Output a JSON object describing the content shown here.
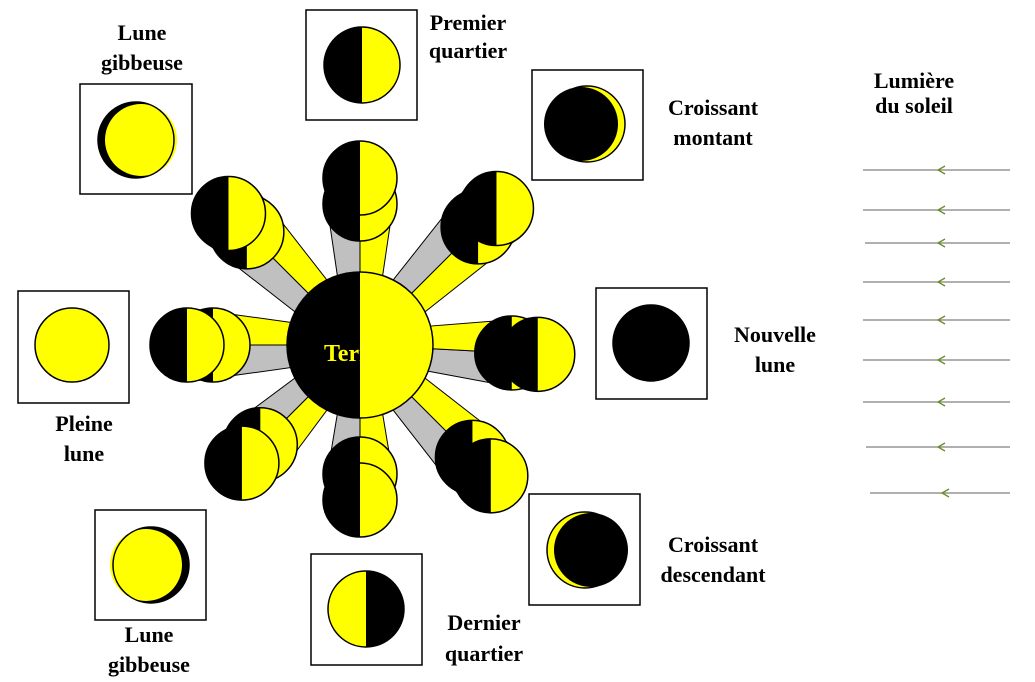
{
  "labels": {
    "earth": "Terre",
    "sunlight_line1": "Lumière",
    "sunlight_line2": "du soleil",
    "first_quarter_line1": "Premier",
    "first_quarter_line2": "quartier",
    "waxing_crescent_line1": "Croissant",
    "waxing_crescent_line2": "montant",
    "new_moon_line1": "Nouvelle",
    "new_moon_line2": "lune",
    "waning_crescent_line1": "Croissant",
    "waning_crescent_line2": "descendant",
    "last_quarter_line1": "Dernier",
    "last_quarter_line2": "quartier",
    "gibbous_bottom_line1": "Lune",
    "gibbous_bottom_line2": "gibbeuse",
    "full_moon_line1": "Pleine",
    "full_moon_line2": "lune",
    "gibbous_top_line1": "Lune",
    "gibbous_top_line2": "gibbeuse"
  },
  "colors": {
    "lit": "#ffff00",
    "dark": "#000000",
    "beam_lit": "#ffff00",
    "beam_shadow": "#c0c0c0",
    "sun_ray": "#808080",
    "ray_arrow": "#6b8e23"
  }
}
